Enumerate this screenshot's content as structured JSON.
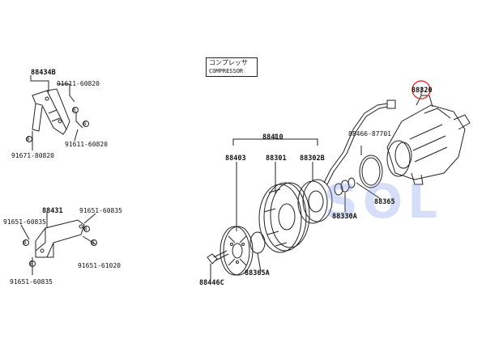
{
  "title": {
    "jp": "コンプレッサ",
    "en": "COMPRESSOR"
  },
  "watermark": "SOL",
  "highlight_color": "#e23b3b",
  "watermark_color": "#7896e6",
  "labels": {
    "p88434b": "88434B",
    "p91611_a": "91611-60820",
    "p91671": "91671-80820",
    "p91611_b": "91611-60820",
    "p88431": "88431",
    "p91651_a": "91651-60835",
    "p91651_b": "91651-60835",
    "p91651_c": "91651-61020",
    "p91651_d": "91651-60835",
    "p88410": "88410",
    "p88403": "88403",
    "p88301": "88301",
    "p88302b": "88302B",
    "p88466": "88466-87701",
    "p88320": "88320",
    "p88365": "88365",
    "p88330a": "88330A",
    "p88365a": "88365A",
    "p88446c": "88446C"
  },
  "callout_marker": "B"
}
